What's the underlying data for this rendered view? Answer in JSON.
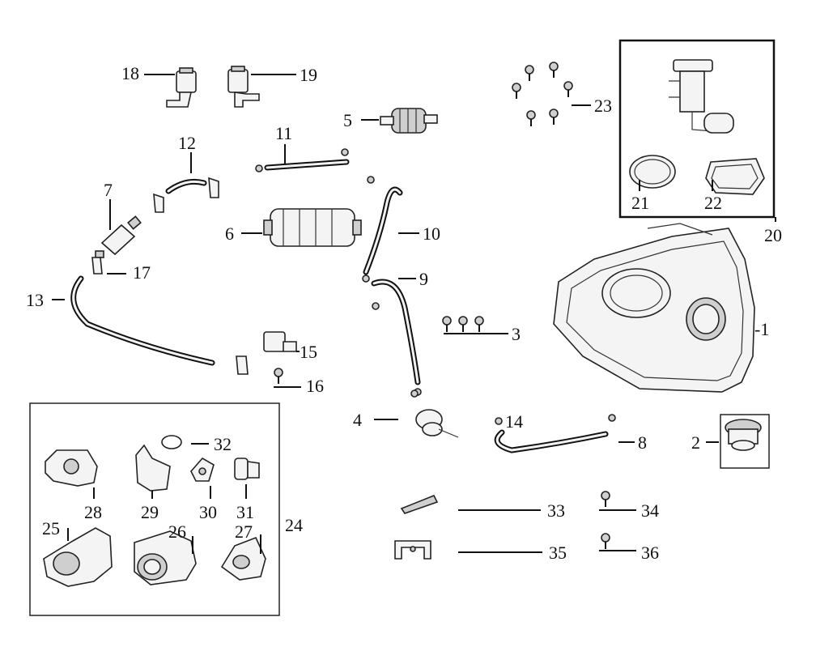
{
  "labels": {
    "p1": "-1",
    "p2": "2",
    "p3": "3",
    "p4": "4",
    "p5": "5",
    "p6": "6",
    "p7": "7",
    "p8": "8",
    "p9": "9",
    "p10": "10",
    "p11": "11",
    "p12": "12",
    "p13": "13",
    "p14": "14",
    "p15": "15",
    "p16": "16",
    "p17": "17",
    "p18": "18",
    "p19": "19",
    "p20": "20",
    "p21": "21",
    "p22": "22",
    "p23": "23",
    "p24": "24",
    "p25": "25",
    "p26": "26",
    "p27": "27",
    "p28": "28",
    "p29": "29",
    "p30": "30",
    "p31": "31",
    "p32": "32",
    "p33": "33",
    "p34": "34",
    "p35": "35",
    "p36": "36"
  }
}
